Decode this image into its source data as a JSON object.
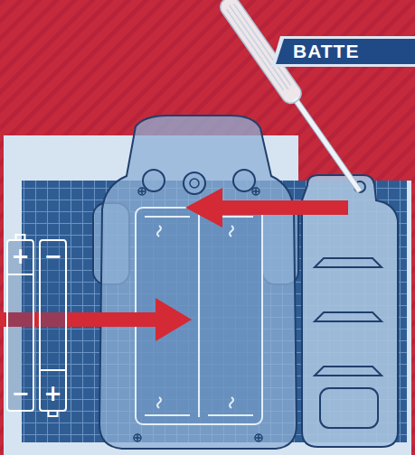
{
  "diagram": {
    "nodes": [
      {
        "text": [
          "BATTE"
        ]
      },
      {
        "text": [
          "+",
          "−"
        ]
      },
      {
        "text": [
          "−",
          "+"
        ]
      }
    ]
  }
}
